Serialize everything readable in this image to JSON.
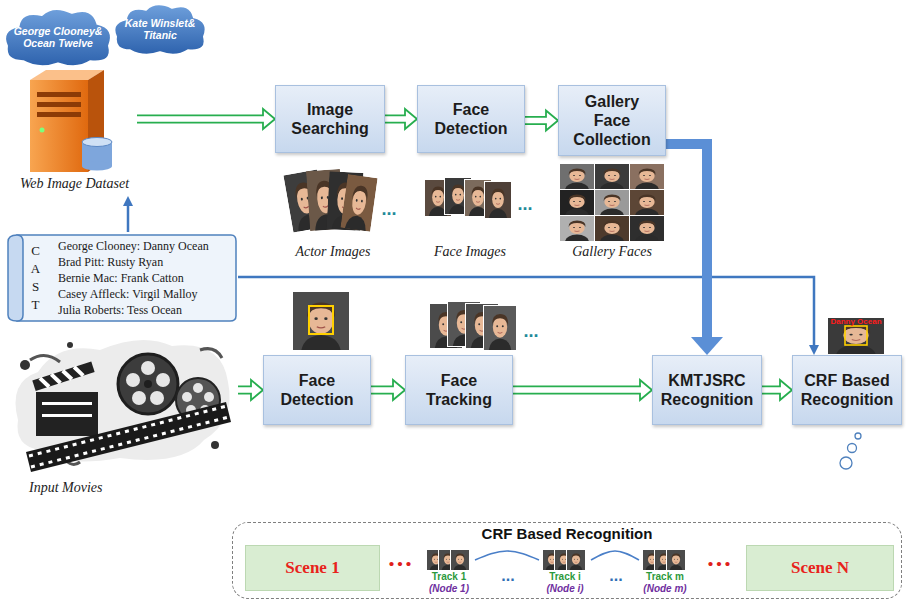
{
  "diagram": {
    "nodes": [
      {
        "text": [
          "George Clooney& Ocean Twelve"
        ]
      },
      {
        "text": [
          "Kate Winslet& Titanic"
        ]
      },
      {
        "text": [
          "Web Image Dataset"
        ]
      },
      {
        "text": [
          "Image Searching"
        ]
      },
      {
        "text": [
          "Face Detection"
        ]
      },
      {
        "text": [
          "Gallery Face Collection"
        ]
      },
      {
        "text": [
          "CAST",
          "George Clooney: Danny Ocean",
          "Brad Pitt: Rusty Ryan",
          "Bernie Mac: Frank Catton",
          "Casey Affleck: Virgil Malloy",
          "Julia Roberts: Tess Ocean"
        ]
      },
      {
        "text": [
          "Input Movies"
        ]
      },
      {
        "text": [
          "Face Detection"
        ]
      },
      {
        "text": [
          "Face Tracking"
        ]
      },
      {
        "text": [
          "KMTJSRC Recognition"
        ]
      },
      {
        "text": [
          "CRF Based Recognition"
        ]
      },
      {
        "text": [
          "CRF Based Recognition"
        ]
      },
      {
        "text": [
          "Scene 1"
        ],
        "in": 12
      },
      {
        "text": [
          "Track 1",
          "(Node 1)"
        ],
        "in": 12
      },
      {
        "text": [
          "Track i",
          "(Node i)"
        ],
        "in": 12
      },
      {
        "text": [
          "Track m",
          "(Node m)"
        ],
        "in": 12
      },
      {
        "text": [
          "Scene N"
        ],
        "in": 12
      }
    ],
    "edges": [
      {
        "from": 2,
        "to": 3,
        "arrow": "to"
      },
      {
        "from": 3,
        "to": 4,
        "arrow": "to"
      },
      {
        "from": 4,
        "to": 5,
        "arrow": "to"
      },
      {
        "from": 6,
        "to": 2,
        "arrow": "to"
      },
      {
        "from": 6,
        "to": 11,
        "arrow": "to"
      },
      {
        "from": 5,
        "to": 10,
        "arrow": "to"
      },
      {
        "from": 7,
        "to": 8,
        "arrow": "to"
      },
      {
        "from": 8,
        "to": 9,
        "arrow": "to"
      },
      {
        "from": 9,
        "to": 10,
        "arrow": "to"
      },
      {
        "from": 10,
        "to": 11,
        "arrow": "to"
      },
      {
        "from": 14,
        "to": 15,
        "arrow": "none"
      },
      {
        "from": 15,
        "to": 16,
        "arrow": "none"
      }
    ],
    "labels": [
      "Actor Images",
      "...",
      "Face Images",
      "...",
      "Gallery Faces",
      "...",
      "Danny Ocean",
      "...",
      "...",
      "...",
      "..."
    ]
  }
}
